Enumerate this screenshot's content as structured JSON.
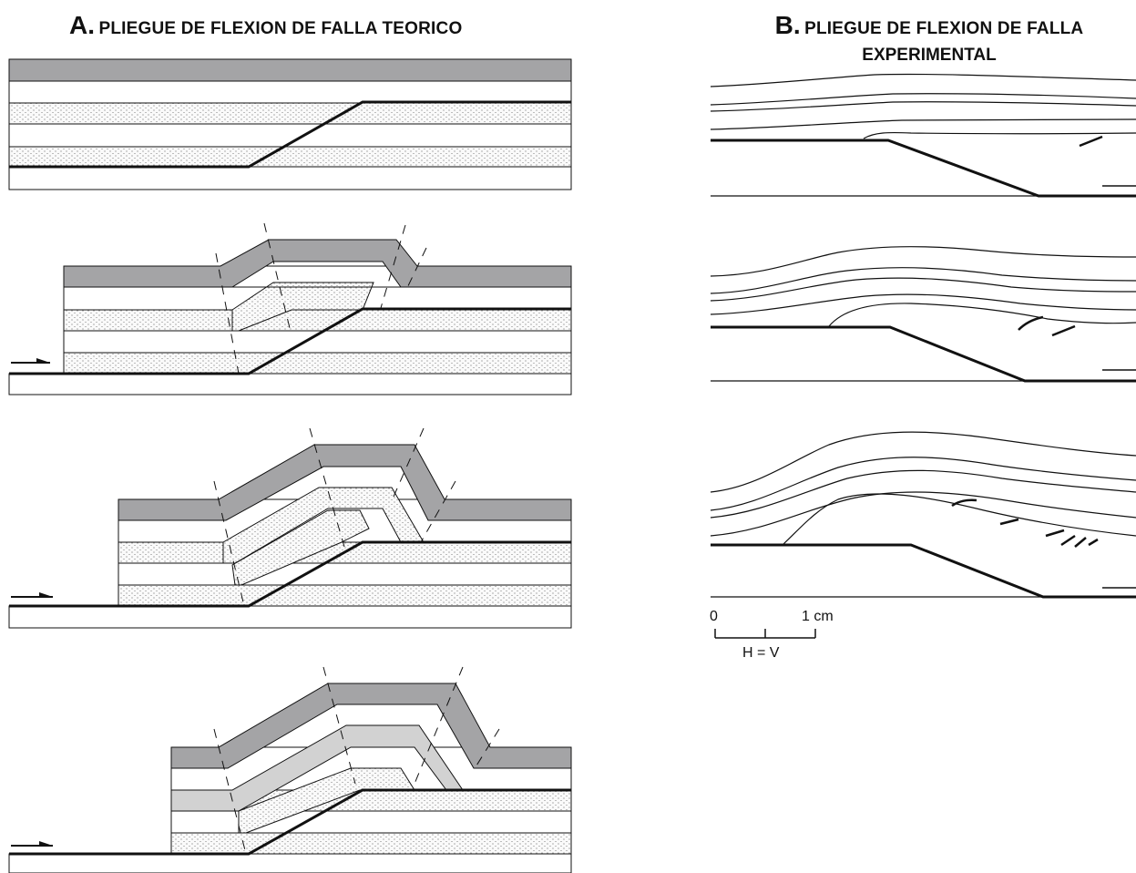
{
  "panel_a": {
    "letter": "A.",
    "title": "PLIEGUE DE FLEXION DE FALLA TEORICO"
  },
  "panel_b": {
    "letter": "B.",
    "title_line1": "PLIEGUE DE FLEXION DE FALLA",
    "title_line2": "EXPERIMENTAL"
  },
  "scale_bar": {
    "start_label": "0",
    "end_label": "1 cm",
    "ratio_label": "H = V"
  },
  "colors": {
    "top_layer": "#a4a4a6",
    "light_gray_layer": "#d2d2d2",
    "stipple_layer": "#fafafa",
    "line": "#111111"
  }
}
